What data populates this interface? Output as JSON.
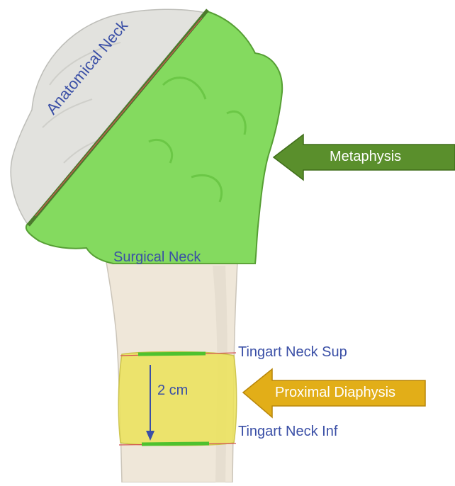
{
  "labels": {
    "anatomical_neck": "Anatomical Neck",
    "surgical_neck": "Surgical Neck",
    "tingart_sup": "Tingart Neck Sup",
    "tingart_inf": "Tingart Neck Inf",
    "measure": "2 cm"
  },
  "arrows": {
    "metaphysis": "Metaphysis",
    "proximal_diaphysis": "Proximal Diaphysis"
  },
  "colors": {
    "metaphysis_region": "#7ed957",
    "diaphysis_region": "#ece35a",
    "bone": "#efe6d8",
    "head": "#e2e2de",
    "metaphysis_arrow": "#5a8f2c",
    "diaphysis_arrow": "#e2ae18",
    "label_text": "#3a4fa6"
  }
}
